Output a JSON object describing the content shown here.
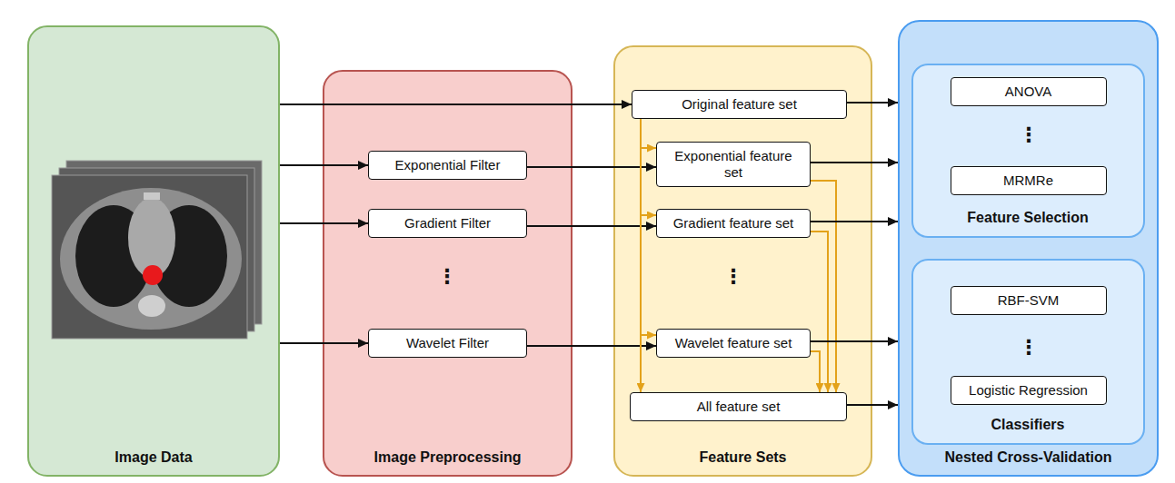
{
  "diagram": {
    "nodes": [
      {
        "text": [
          "Image Data"
        ]
      },
      {
        "text": [
          "Image Preprocessing"
        ]
      },
      {
        "text": [
          "Exponential Filter"
        ],
        "in": 1
      },
      {
        "text": [
          "Gradient Filter"
        ],
        "in": 1
      },
      {
        "text": [
          "Wavelet Filter"
        ],
        "in": 1
      },
      {
        "text": [
          "Feature Sets"
        ]
      },
      {
        "text": [
          "Original feature set"
        ],
        "in": 5
      },
      {
        "text": [
          "Exponential feature set"
        ],
        "in": 5
      },
      {
        "text": [
          "Gradient feature set"
        ],
        "in": 5
      },
      {
        "text": [
          "Wavelet feature set"
        ],
        "in": 5
      },
      {
        "text": [
          "All feature set"
        ],
        "in": 5
      },
      {
        "text": [
          "Nested Cross-Validation"
        ]
      },
      {
        "text": [
          "Feature Selection"
        ],
        "in": 11
      },
      {
        "text": [
          "ANOVA"
        ],
        "in": 12
      },
      {
        "text": [
          "MRMRe"
        ],
        "in": 12
      },
      {
        "text": [
          "Classifiers"
        ],
        "in": 11
      },
      {
        "text": [
          "RBF-SVM"
        ],
        "in": 15
      },
      {
        "text": [
          "Logistic Regression"
        ],
        "in": 15
      }
    ],
    "edges": [
      {
        "from": 0,
        "to": 6,
        "arrow": "to"
      },
      {
        "from": 0,
        "to": 2,
        "arrow": "to"
      },
      {
        "from": 0,
        "to": 3,
        "arrow": "to"
      },
      {
        "from": 0,
        "to": 4,
        "arrow": "to"
      },
      {
        "from": 2,
        "to": 7,
        "arrow": "to"
      },
      {
        "from": 3,
        "to": 8,
        "arrow": "to"
      },
      {
        "from": 4,
        "to": 9,
        "arrow": "to"
      },
      {
        "from": 6,
        "to": 7,
        "arrow": "to"
      },
      {
        "from": 6,
        "to": 8,
        "arrow": "to"
      },
      {
        "from": 6,
        "to": 9,
        "arrow": "to"
      },
      {
        "from": 6,
        "to": 10,
        "arrow": "to"
      },
      {
        "from": 7,
        "to": 10,
        "arrow": "to"
      },
      {
        "from": 8,
        "to": 10,
        "arrow": "to"
      },
      {
        "from": 9,
        "to": 10,
        "arrow": "to"
      },
      {
        "from": 6,
        "to": 11,
        "arrow": "to"
      },
      {
        "from": 7,
        "to": 11,
        "arrow": "to"
      },
      {
        "from": 8,
        "to": 11,
        "arrow": "to"
      },
      {
        "from": 9,
        "to": 11,
        "arrow": "to"
      },
      {
        "from": 10,
        "to": 11,
        "arrow": "to"
      }
    ],
    "labels": [
      "⋮",
      "⋮",
      "⋮",
      "⋮"
    ]
  }
}
